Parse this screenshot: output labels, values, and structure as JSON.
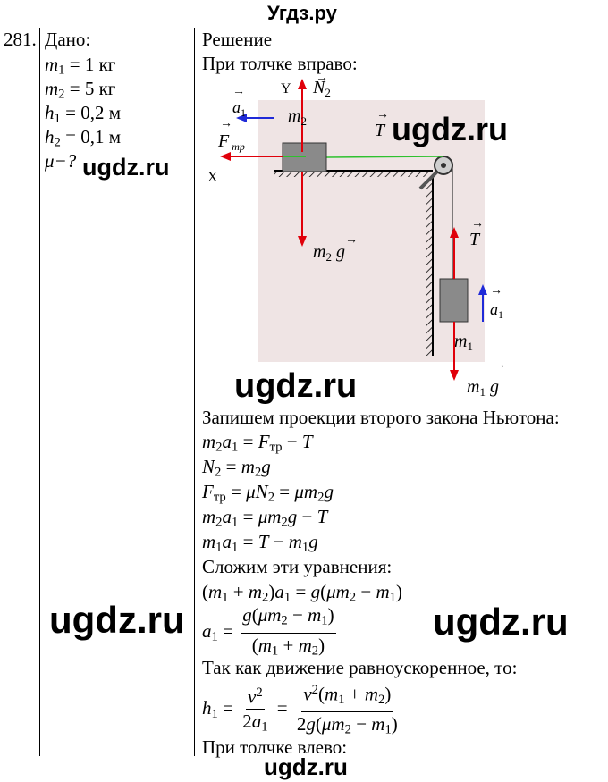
{
  "header": {
    "site": "Угдз.ру"
  },
  "problem_number": "281.",
  "given": {
    "title": "Дано:",
    "m1": "1 кг",
    "m2": "5 кг",
    "h1": "0,2 м",
    "h2": "0,1 м",
    "mu": "μ−?"
  },
  "solution": {
    "title": "Решение",
    "push_right": "При толчке вправо:",
    "newton": "Запишем проекции второго закона Ньютона:",
    "add_eq": "Сложим эти уравнения:",
    "uniform": "Так как движение равноускоренное, то:",
    "push_left": "При толчке влево:"
  },
  "figure": {
    "axis_y": "Y",
    "axis_x": "X"
  },
  "watermarks": {
    "w1": "ugdz.ru",
    "w2": "ugdz.ru",
    "w3": "ugdz.ru",
    "w4": "ugdz.ru",
    "w5": "ugdz.ru",
    "w6": "ugdz.ru"
  },
  "colors": {
    "figure_bg": "#efe4e4",
    "red": "#e0000a",
    "blue": "#1f2ad8",
    "green": "#2ec12e"
  }
}
